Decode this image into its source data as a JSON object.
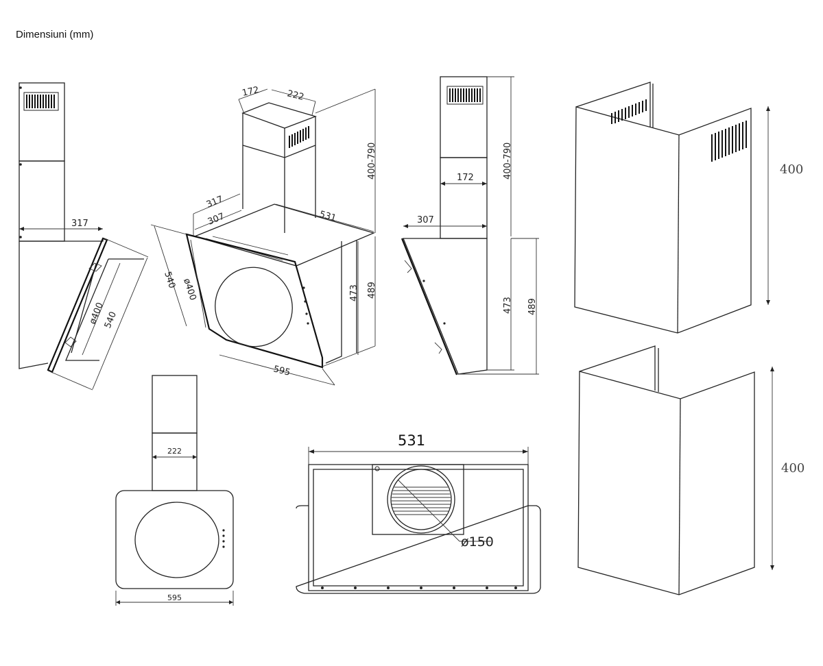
{
  "title": "Dimensiuni (mm)",
  "colors": {
    "line": "#222222",
    "background": "#ffffff",
    "label_grey": "#444444"
  },
  "dimensions": {
    "side_left_depth": "317",
    "side_left_panel": "540",
    "side_left_fan": "ø400",
    "iso_chimney_a": "172",
    "iso_chimney_b": "222",
    "iso_chimney_height": "400-790",
    "iso_depth_top": "317",
    "iso_depth_bottom": "307",
    "iso_width_top": "531",
    "iso_panel_height": "540",
    "iso_fan": "ø400",
    "iso_body_height": "473",
    "iso_total_height": "489",
    "iso_width_bottom": "595",
    "right_chimney_height": "400-790",
    "right_chimney_width": "172",
    "right_depth": "307",
    "right_body_height": "473",
    "right_total_height": "489",
    "front_chimney_width": "222",
    "front_width": "595",
    "top_width": "531",
    "top_outlet": "ø150",
    "cover_upper_height": "400",
    "cover_lower_height": "400"
  }
}
